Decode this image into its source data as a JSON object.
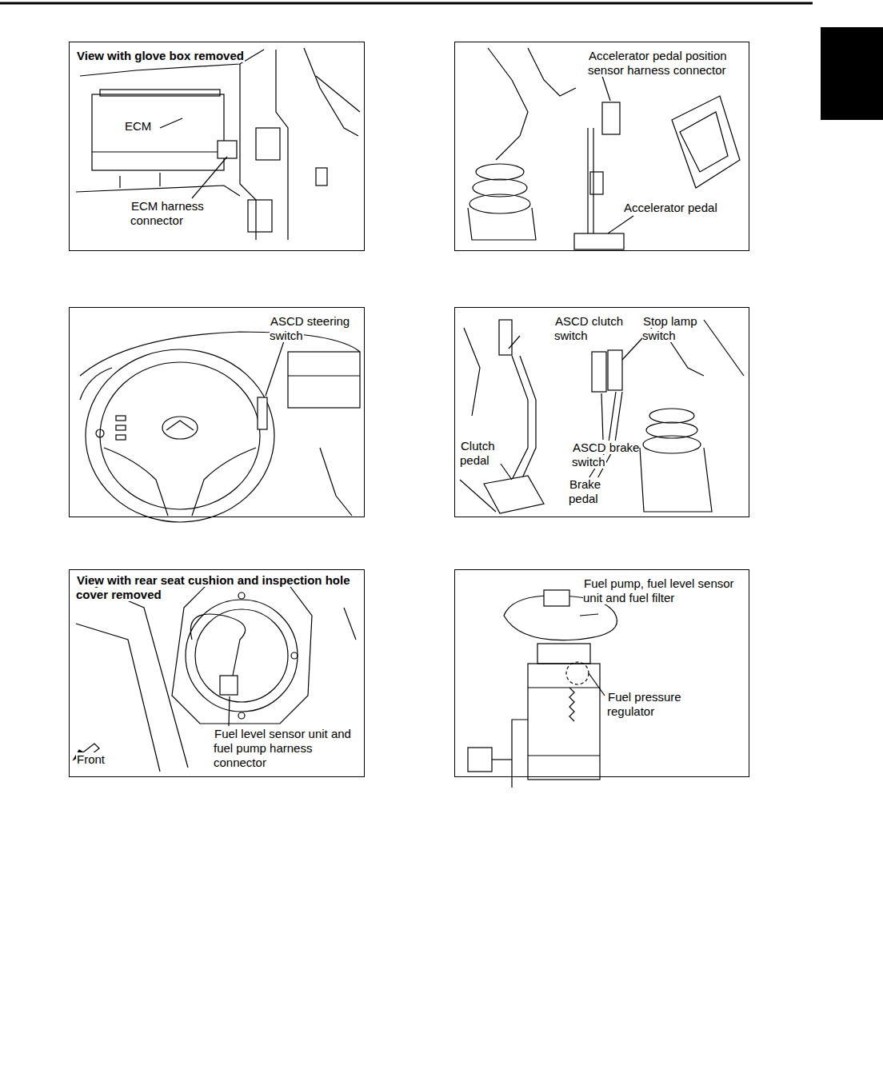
{
  "diagram": {
    "nodes": [
      {
        "text": [
          "View with glove box removed",
          "ECM",
          "ECM harness connector"
        ]
      },
      {
        "text": [
          "Accelerator pedal position sensor harness connector",
          "Accelerator pedal"
        ]
      },
      {
        "text": [
          "ASCD steering switch"
        ]
      },
      {
        "text": [
          "ASCD clutch switch",
          "Stop lamp switch",
          "Clutch pedal",
          "ASCD brake switch",
          "Brake pedal"
        ]
      },
      {
        "text": [
          "View with rear seat cushion and inspection hole cover removed",
          "Fuel level sensor unit and fuel pump harness connector",
          "Front"
        ]
      },
      {
        "text": [
          "Fuel pump, fuel level sensor unit and fuel filter",
          "Fuel pressure regulator"
        ]
      }
    ]
  }
}
